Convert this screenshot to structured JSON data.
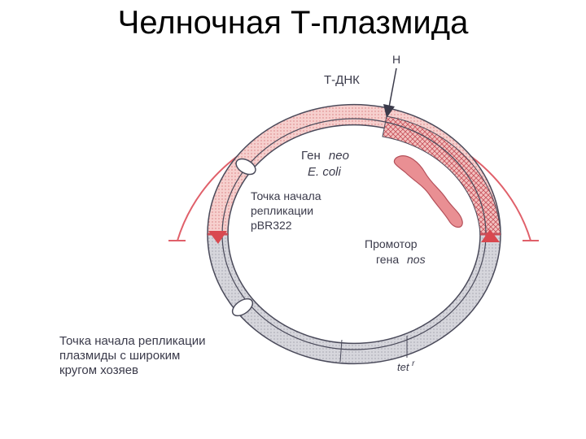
{
  "title": "Челночная Т-плазмида",
  "labels": {
    "t_dna": "Т-ДНК",
    "h": "H",
    "gene_neo": "Ген neo",
    "gene_neo_prefix": "Ген",
    "gene_neo_italic": "neo",
    "e_coli": "E. coli",
    "ori_pbr_line1": "Точка начала",
    "ori_pbr_line2": "репликации",
    "ori_pbr_line3": "pBR322",
    "promoter_line1": "Промотор",
    "promoter_line2_prefix": "гена",
    "promoter_line2_italic": "nos",
    "broad_ori_line1": "Точка начала репликации",
    "broad_ori_line2": "плазмиды с широким",
    "broad_ori_line3": "кругом хозяев",
    "tet_base": "tet",
    "tet_sup": "r"
  },
  "colors": {
    "t_dna_segment": "#f2c2c0",
    "t_dna_hatched": "#e98f93",
    "vector_segment": "#cfcfd6",
    "border_lines": "#e0606a",
    "outline": "#4a4a5a",
    "arrowhead_markers": "#d9484f",
    "neo_gene": "#e98f93"
  }
}
